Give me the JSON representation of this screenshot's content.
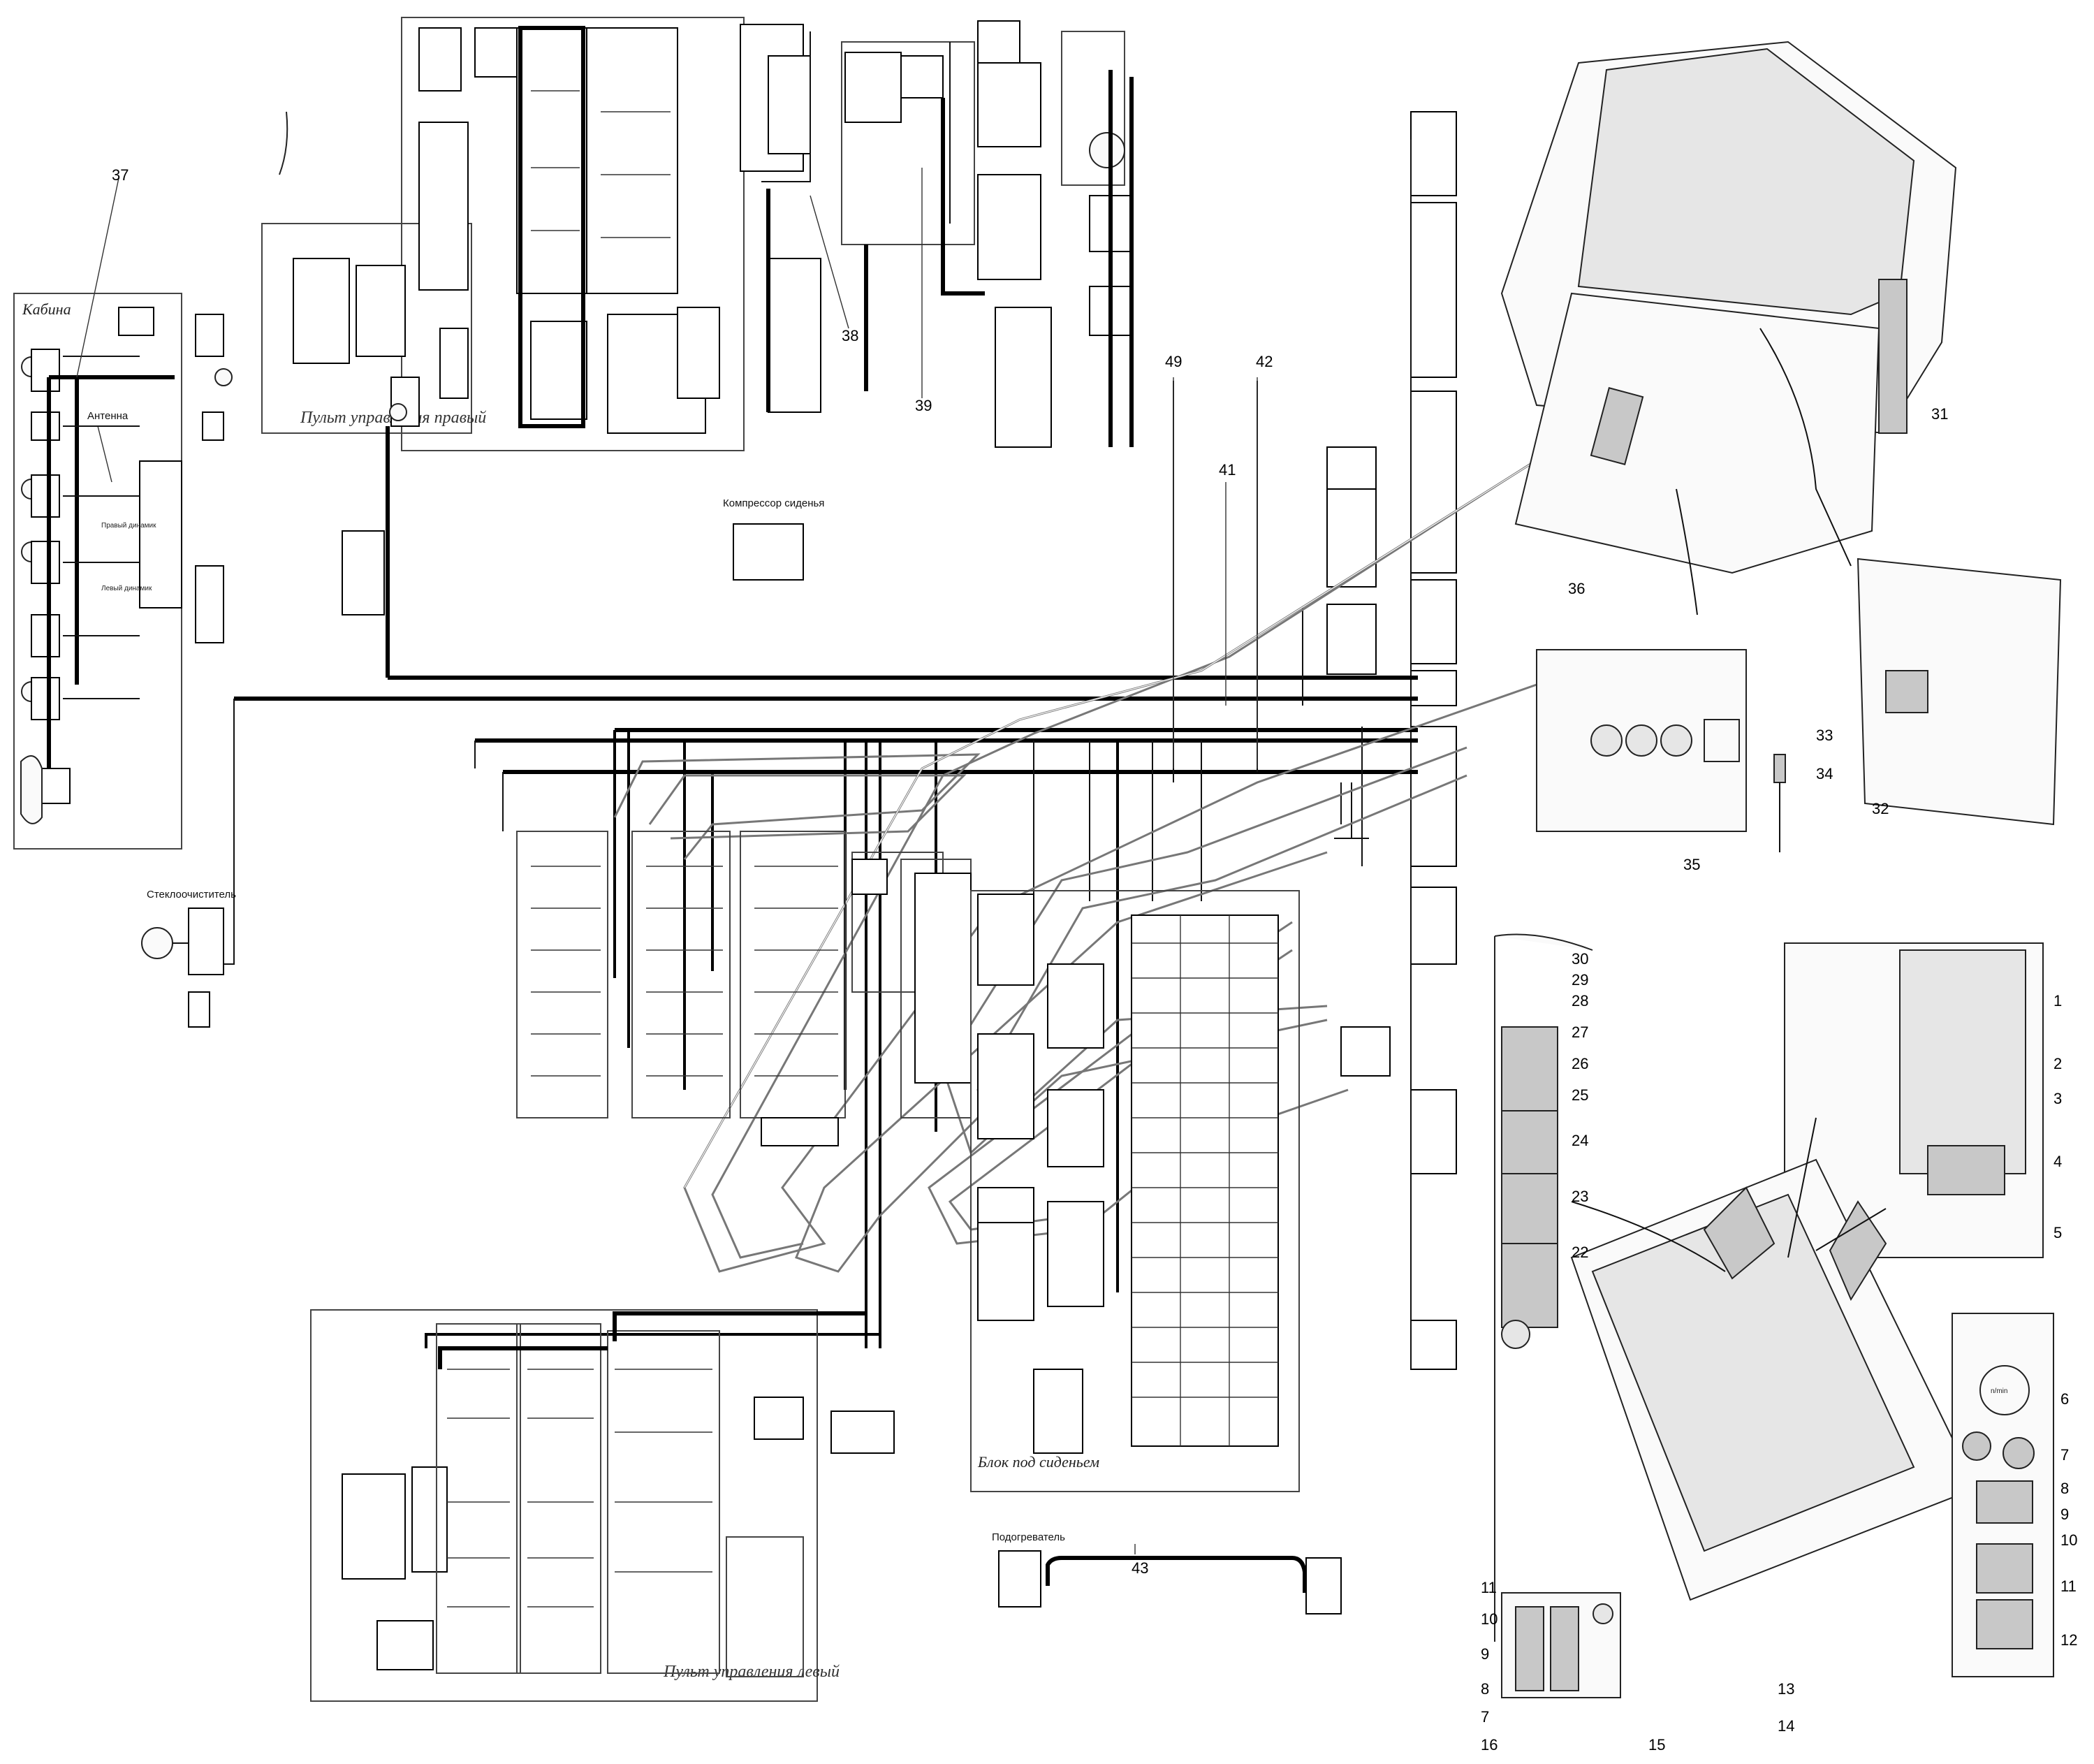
{
  "regions": {
    "cabin": "Кабина",
    "antenna": "Антенна",
    "right_speaker": "Правый динамик",
    "left_speaker": "Левый динамик",
    "right_panel": "Пульт управления правый",
    "left_panel": "Пульт управления левый",
    "wiper": "Стеклоочиститель",
    "compressor": "Компрессор сиденья",
    "under_seat_block": "Блок под сиденьем",
    "heater": "Подогреватель"
  },
  "callouts": {
    "main_diagram": [
      "37",
      "38",
      "39",
      "49",
      "42",
      "41",
      "43"
    ],
    "cab_view": [
      "31",
      "36",
      "35",
      "33",
      "34",
      "32"
    ],
    "right_panel_view": [
      "1",
      "2",
      "3",
      "4",
      "5",
      "6",
      "7",
      "8",
      "9",
      "10",
      "11",
      "12"
    ],
    "left_panel_view": [
      "30",
      "29",
      "28",
      "27",
      "26",
      "25",
      "24",
      "23",
      "22"
    ],
    "console_view": [
      "11",
      "10",
      "9",
      "8",
      "7",
      "16",
      "13",
      "14",
      "15"
    ]
  },
  "dial_label": "n/min",
  "drawing": {
    "style": "black-and-white line drawing",
    "harness_color": "#777777",
    "wire_color": "#000000",
    "background": "#ffffff"
  }
}
